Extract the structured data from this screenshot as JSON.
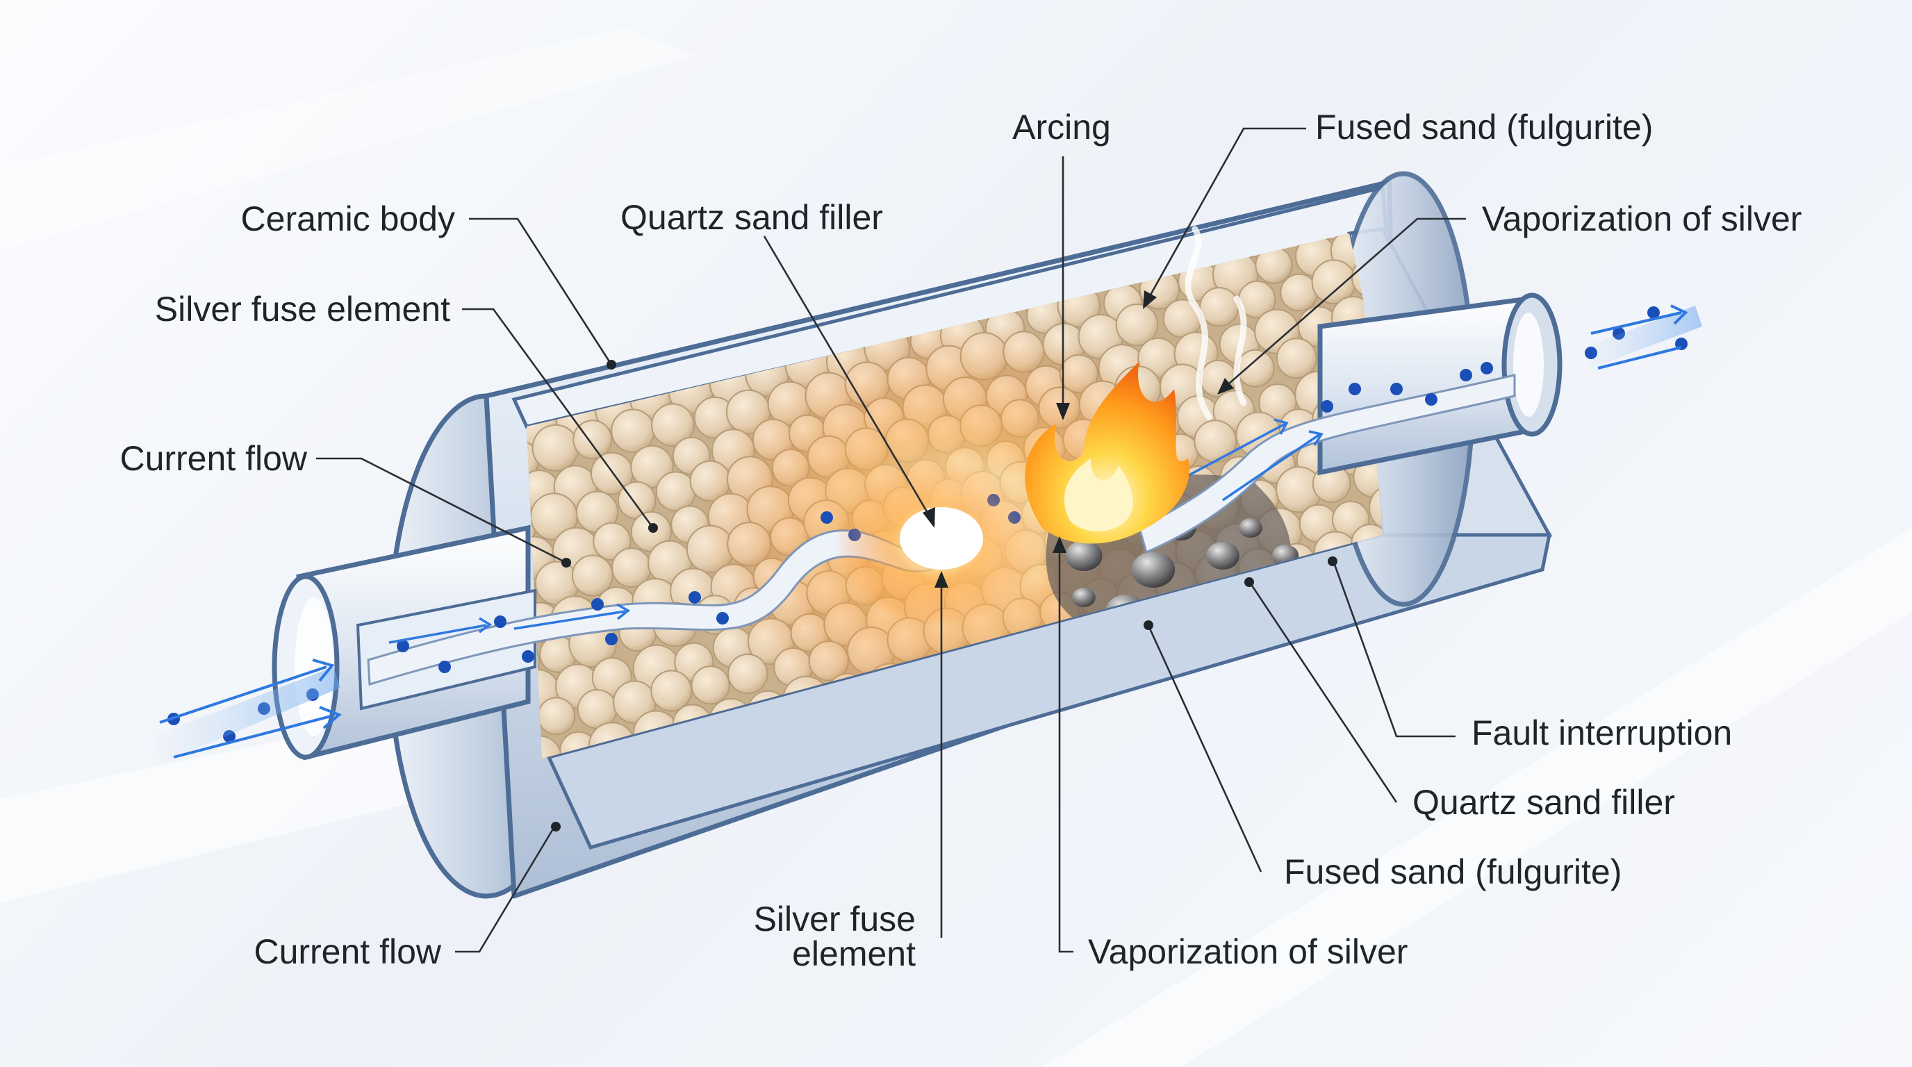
{
  "labels": {
    "ceramic_body": "Ceramic body",
    "silver_fuse_element_left": "Silver fuse element",
    "current_flow_top": "Current flow",
    "current_flow_bottom": "Current flow",
    "quartz_sand_filler_top": "Quartz sand filler",
    "arcing": "Arcing",
    "fused_sand_top": "Fused sand (fulgurite)",
    "vaporization_top": "Vaporization of silver",
    "silver_fuse_bottom_line1": "Silver fuse",
    "silver_fuse_bottom_line2": "element",
    "vaporization_bottom": "Vaporization of silver",
    "fault_interruption": "Fault interruption",
    "quartz_sand_filler_right": "Quartz sand filler",
    "fused_sand_bottom": "Fused sand (fulgurite)"
  },
  "colors": {
    "ceramic_body": "#d4e0ee",
    "ceramic_outline": "#4d6c96",
    "sand_grain": "#e6d3b8",
    "sand_grain_edge": "#b59c79",
    "current_dot": "#1b4fb8",
    "current_arrow": "#2e78e0",
    "arc_core": "#fff7d6",
    "arc_flame": "#ff8c1a",
    "fulgurite": "#5a5a5c"
  },
  "icons": [
    "current-flow-arrow",
    "arc-flame",
    "vapor-plume"
  ]
}
